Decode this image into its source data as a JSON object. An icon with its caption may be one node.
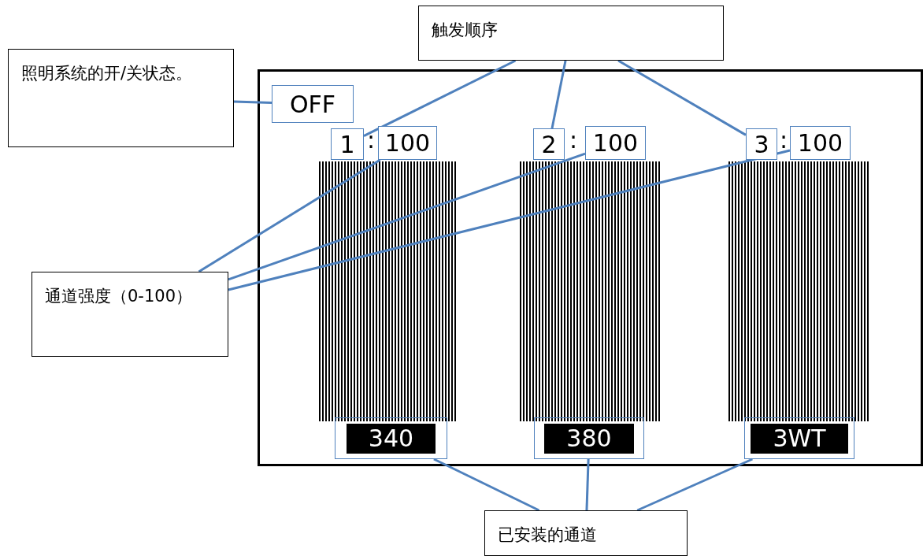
{
  "diagram": {
    "nodes": [
      {
        "text": [
          "照明系统的开/关状态。"
        ]
      },
      {
        "text": [
          "触发顺序"
        ]
      },
      {
        "text": [
          "通道强度（0-100）"
        ]
      },
      {
        "text": [
          "已安装的通道"
        ]
      },
      {
        "text": [],
        "shape": "box"
      },
      {
        "text": [
          "OFF"
        ],
        "in": 4
      },
      {
        "text": [
          "1"
        ],
        "in": 4
      },
      {
        "text": [
          "100"
        ],
        "in": 4
      },
      {
        "text": [
          "2"
        ],
        "in": 4
      },
      {
        "text": [
          "100"
        ],
        "in": 4
      },
      {
        "text": [
          "3"
        ],
        "in": 4
      },
      {
        "text": [
          "100"
        ],
        "in": 4
      },
      {
        "text": [],
        "shape": "bar",
        "in": 4
      },
      {
        "text": [],
        "shape": "bar",
        "in": 4
      },
      {
        "text": [],
        "shape": "bar",
        "in": 4
      },
      {
        "text": [
          "340"
        ],
        "in": 4
      },
      {
        "text": [
          "380"
        ],
        "in": 4
      },
      {
        "text": [
          "3WT"
        ],
        "in": 4
      }
    ],
    "edges": [
      {
        "from": 0,
        "to": 5,
        "arrow": "none"
      },
      {
        "from": 1,
        "to": 6,
        "arrow": "none"
      },
      {
        "from": 1,
        "to": 8,
        "arrow": "none"
      },
      {
        "from": 1,
        "to": 10,
        "arrow": "none"
      },
      {
        "from": 2,
        "to": 7,
        "arrow": "none"
      },
      {
        "from": 2,
        "to": 9,
        "arrow": "none"
      },
      {
        "from": 2,
        "to": 11,
        "arrow": "none"
      },
      {
        "from": 3,
        "to": 15,
        "arrow": "none"
      },
      {
        "from": 3,
        "to": 16,
        "arrow": "none"
      },
      {
        "from": 3,
        "to": 17,
        "arrow": "none"
      }
    ],
    "labels": [
      ":",
      ":",
      ":"
    ]
  }
}
